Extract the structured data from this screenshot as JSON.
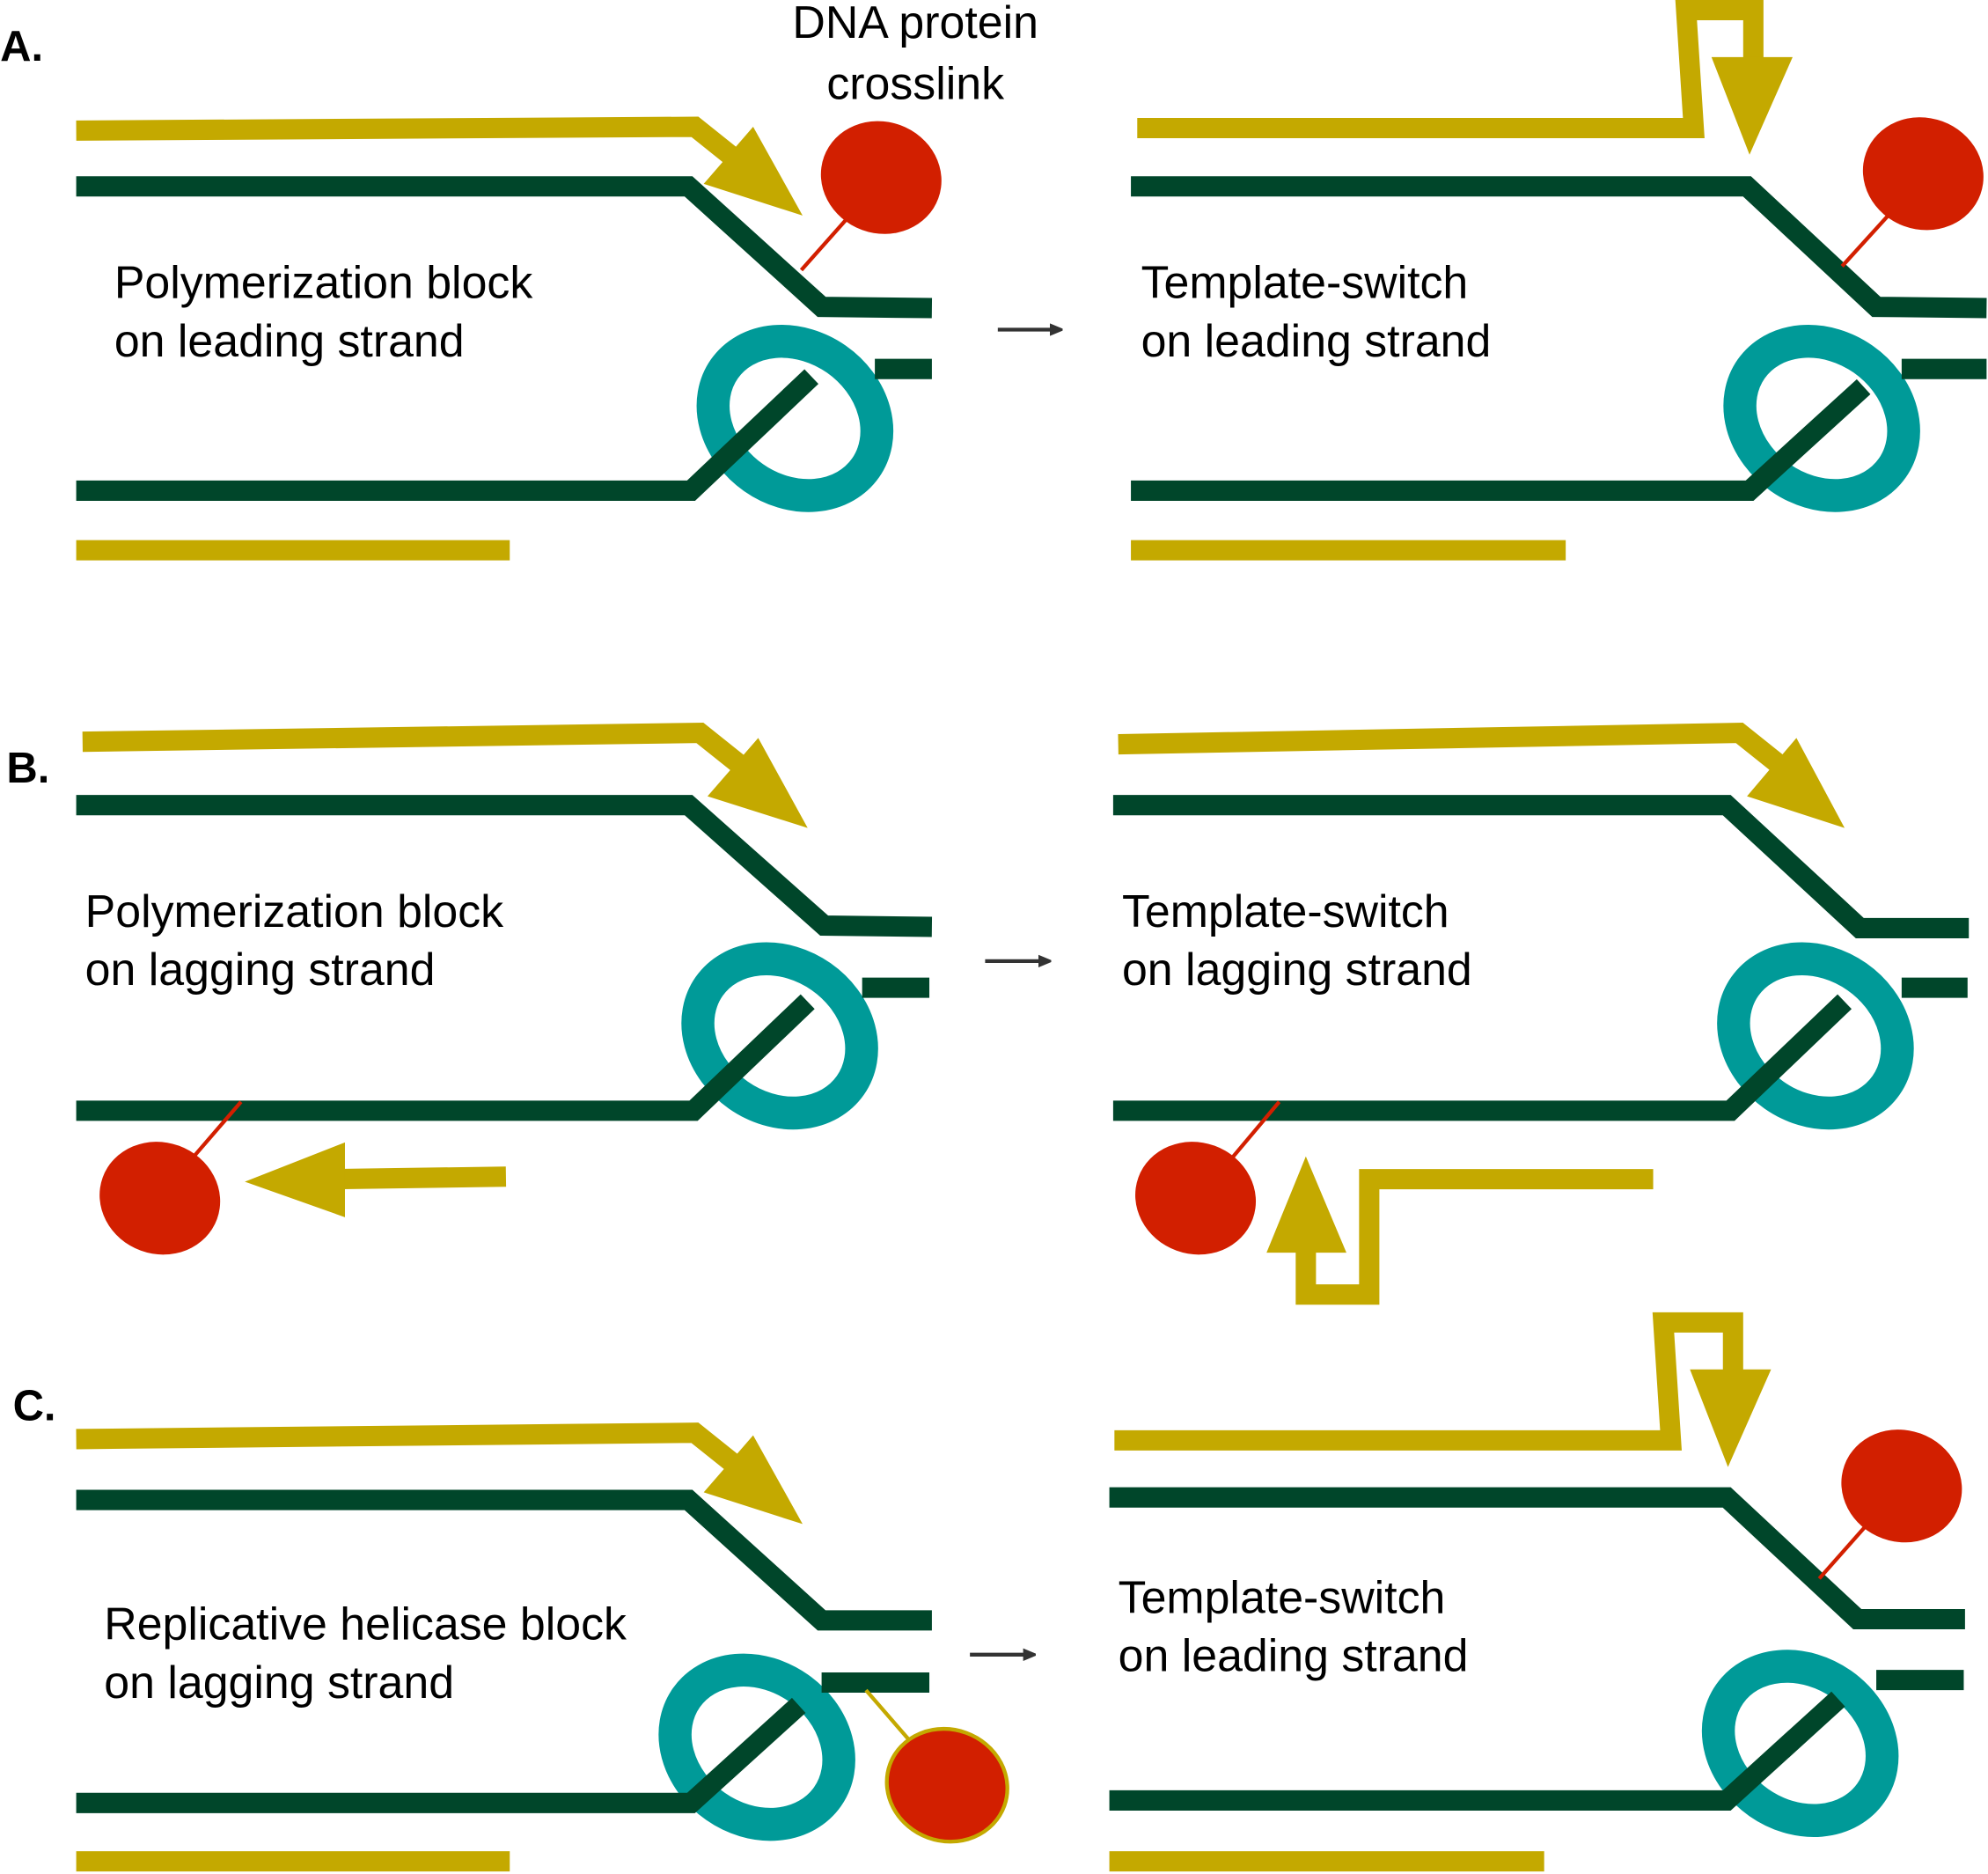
{
  "panels": {
    "a": {
      "label": "A.",
      "crosslink_label": [
        "DNA protein",
        "crosslink"
      ],
      "left_text": [
        "Polymerization block",
        "on leading strand"
      ],
      "right_text": [
        "Template-switch",
        "on leading strand"
      ]
    },
    "b": {
      "label": "B.",
      "left_text": [
        "Polymerization block",
        "on lagging strand"
      ],
      "right_text": [
        "Template-switch",
        "on lagging strand"
      ]
    },
    "c": {
      "label": "C.",
      "left_text": [
        "Replicative helicase block",
        "on lagging strand"
      ],
      "right_text": [
        "Template-switch",
        "on leading strand"
      ]
    }
  },
  "colors": {
    "nascent_strand": "#c4a900",
    "template_strand": "#00462a",
    "helicase": "#009a98",
    "crosslink": "#d21f00"
  }
}
